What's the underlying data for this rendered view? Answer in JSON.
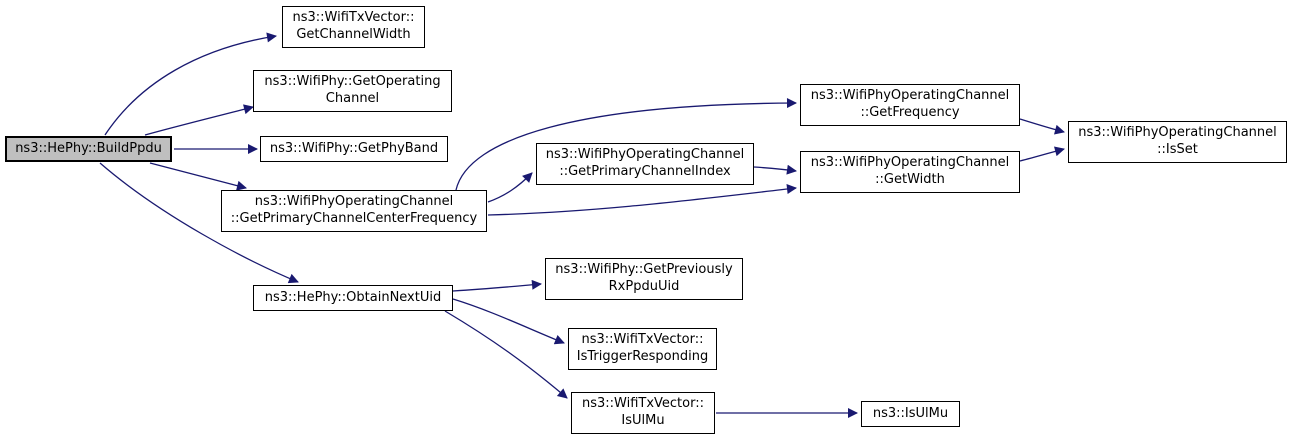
{
  "diagram": {
    "type": "call-graph",
    "background_color": "#ffffff",
    "edge_color": "#191970",
    "node_border_color": "#000000",
    "node_fill_color": "#ffffff",
    "highlight_fill_color": "#bfbfbf"
  },
  "nodes": [
    {
      "id": "build-ppdu",
      "label": "ns3::HePhy::BuildPpdu",
      "highlighted": true
    },
    {
      "id": "get-channel-width",
      "label": "ns3::WifiTxVector::\nGetChannelWidth"
    },
    {
      "id": "get-operating-channel",
      "label": "ns3::WifiPhy::GetOperating\nChannel"
    },
    {
      "id": "get-phy-band",
      "label": "ns3::WifiPhy::GetPhyBand"
    },
    {
      "id": "get-primary-channel-center-frequency",
      "label": "ns3::WifiPhyOperatingChannel\n::GetPrimaryChannelCenterFrequency"
    },
    {
      "id": "obtain-next-uid",
      "label": "ns3::HePhy::ObtainNextUid"
    },
    {
      "id": "get-primary-channel-index",
      "label": "ns3::WifiPhyOperatingChannel\n::GetPrimaryChannelIndex"
    },
    {
      "id": "get-frequency",
      "label": "ns3::WifiPhyOperatingChannel\n::GetFrequency"
    },
    {
      "id": "get-width",
      "label": "ns3::WifiPhyOperatingChannel\n::GetWidth"
    },
    {
      "id": "is-set",
      "label": "ns3::WifiPhyOperatingChannel\n::IsSet"
    },
    {
      "id": "get-previously-rx-ppdu-uid",
      "label": "ns3::WifiPhy::GetPreviously\nRxPpduUid"
    },
    {
      "id": "is-trigger-responding",
      "label": "ns3::WifiTxVector::\nIsTriggerResponding"
    },
    {
      "id": "is-ul-mu-txvector",
      "label": "ns3::WifiTxVector::\nIsUlMu"
    },
    {
      "id": "is-ul-mu-free",
      "label": "ns3::IsUlMu"
    }
  ],
  "edges": [
    {
      "from": "build-ppdu",
      "to": "get-channel-width"
    },
    {
      "from": "build-ppdu",
      "to": "get-operating-channel"
    },
    {
      "from": "build-ppdu",
      "to": "get-phy-band"
    },
    {
      "from": "build-ppdu",
      "to": "get-primary-channel-center-frequency"
    },
    {
      "from": "build-ppdu",
      "to": "obtain-next-uid"
    },
    {
      "from": "get-primary-channel-center-frequency",
      "to": "get-frequency"
    },
    {
      "from": "get-primary-channel-center-frequency",
      "to": "get-primary-channel-index"
    },
    {
      "from": "get-primary-channel-center-frequency",
      "to": "get-width"
    },
    {
      "from": "get-primary-channel-index",
      "to": "get-width"
    },
    {
      "from": "get-frequency",
      "to": "is-set"
    },
    {
      "from": "get-width",
      "to": "is-set"
    },
    {
      "from": "obtain-next-uid",
      "to": "get-previously-rx-ppdu-uid"
    },
    {
      "from": "obtain-next-uid",
      "to": "is-trigger-responding"
    },
    {
      "from": "obtain-next-uid",
      "to": "is-ul-mu-txvector"
    },
    {
      "from": "is-ul-mu-txvector",
      "to": "is-ul-mu-free"
    }
  ]
}
